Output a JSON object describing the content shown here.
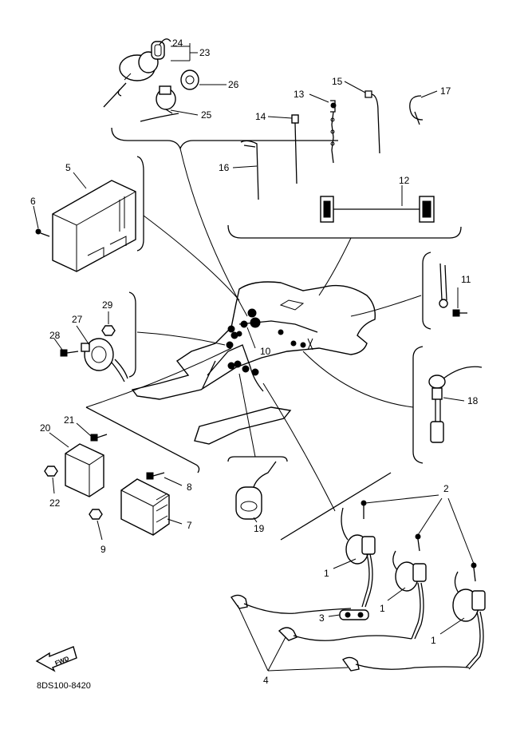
{
  "catalog_code": "8DS100-8420",
  "fwd_label": "FWD",
  "callouts": {
    "c1a": "1",
    "c1b": "1",
    "c1c": "1",
    "c2": "2",
    "c3": "3",
    "c4": "4",
    "c5": "5",
    "c6": "6",
    "c7": "7",
    "c8": "8",
    "c9": "9",
    "c10": "10",
    "c11": "11",
    "c12": "12",
    "c13": "13",
    "c14": "14",
    "c15": "15",
    "c16": "16",
    "c17": "17",
    "c18": "18",
    "c19": "19",
    "c20": "20",
    "c21": "21",
    "c22": "22",
    "c23": "23",
    "c24": "24",
    "c25": "25",
    "c26": "26",
    "c27": "27",
    "c28": "28",
    "c29": "29"
  },
  "colors": {
    "line": "#000000",
    "background": "#ffffff"
  }
}
